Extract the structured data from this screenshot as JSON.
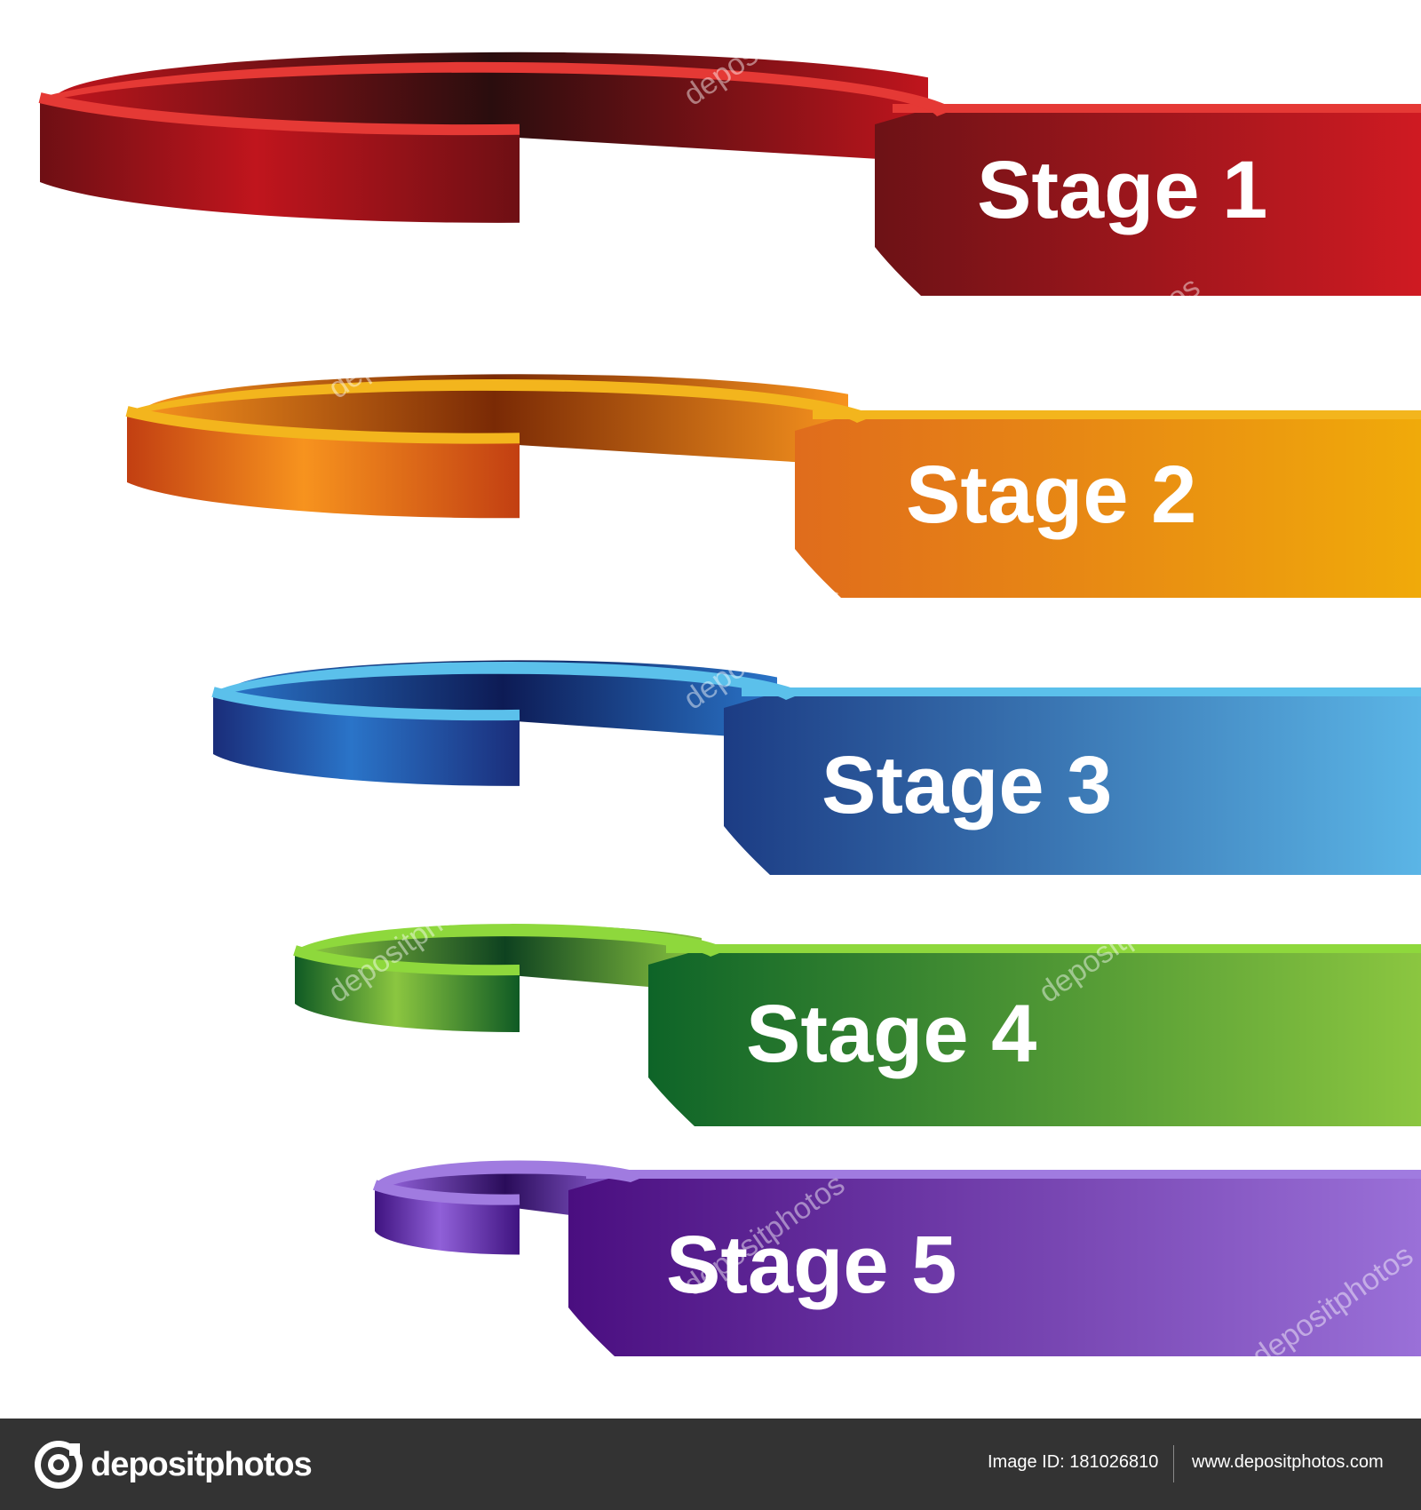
{
  "stages": [
    {
      "label": "Stage 1",
      "top": "#e53935",
      "dark": "#6e0f14",
      "mid": "#c0151d",
      "inner": "#2a0d0e",
      "band_start": "#6d1216",
      "band_end": "#cf1a22"
    },
    {
      "label": "Stage 2",
      "top": "#f3b51d",
      "dark": "#c23f12",
      "mid": "#f7931e",
      "inner": "#7a2a05",
      "band_start": "#e06c1c",
      "band_end": "#f0aa0a"
    },
    {
      "label": "Stage 3",
      "top": "#5bc0eb",
      "dark": "#1a2d7a",
      "mid": "#2a74c8",
      "inner": "#0d1b55",
      "band_start": "#1c3c84",
      "band_end": "#5bb5e6"
    },
    {
      "label": "Stage 4",
      "top": "#8ed83c",
      "dark": "#0f5a24",
      "mid": "#8bc640",
      "inner": "#0e4220",
      "band_start": "#0e6428",
      "band_end": "#8bc640"
    },
    {
      "label": "Stage 5",
      "top": "#a07be0",
      "dark": "#3f1380",
      "mid": "#9060d8",
      "inner": "#2a0c5a",
      "band_start": "#4a0e80",
      "band_end": "#9a70d8"
    }
  ],
  "watermark_text": "depositphotos",
  "footer": {
    "brand": "depositphotos",
    "image_id": "Image ID: 181026810",
    "url": "www.depositphotos.com"
  }
}
